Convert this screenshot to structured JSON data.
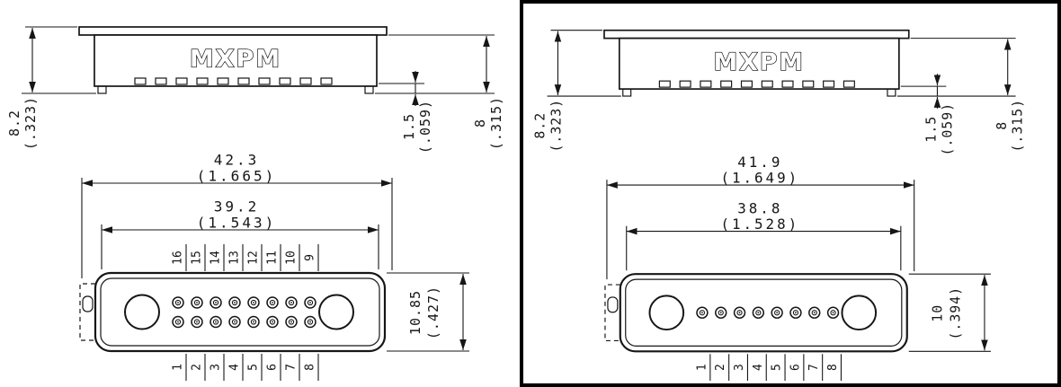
{
  "panels": [
    {
      "name": "two-row-connector-sheet",
      "product_label": "MXPM",
      "side_view": {
        "height_total": {
          "mm": "8.2",
          "inch": "(.323)"
        },
        "foot_height": {
          "mm": "1.5",
          "inch": "(.059)"
        },
        "body_height": {
          "mm": "8",
          "inch": "(.315)"
        }
      },
      "front_view": {
        "width_outer": {
          "mm": "42.3",
          "inch": "(1.665)"
        },
        "width_inner": {
          "mm": "39.2",
          "inch": "(1.543)"
        },
        "height": {
          "mm": "10.85",
          "inch": "(.427)"
        },
        "top_pin_labels": [
          "16",
          "15",
          "14",
          "13",
          "12",
          "11",
          "10",
          "9"
        ],
        "bottom_pin_labels": [
          "1",
          "2",
          "3",
          "4",
          "5",
          "6",
          "7",
          "8"
        ]
      }
    },
    {
      "name": "single-row-connector-sheet",
      "product_label": "MXPM",
      "side_view": {
        "height_total": {
          "mm": "8.2",
          "inch": "(.323)"
        },
        "foot_height": {
          "mm": "1.5",
          "inch": "(.059)"
        },
        "body_height": {
          "mm": "8",
          "inch": "(.315)"
        }
      },
      "front_view": {
        "width_outer": {
          "mm": "41.9",
          "inch": "(1.649)"
        },
        "width_inner": {
          "mm": "38.8",
          "inch": "(1.528)"
        },
        "height": {
          "mm": "10",
          "inch": "(.394)"
        },
        "bottom_pin_labels": [
          "1",
          "2",
          "3",
          "4",
          "5",
          "6",
          "7",
          "8"
        ]
      }
    }
  ]
}
